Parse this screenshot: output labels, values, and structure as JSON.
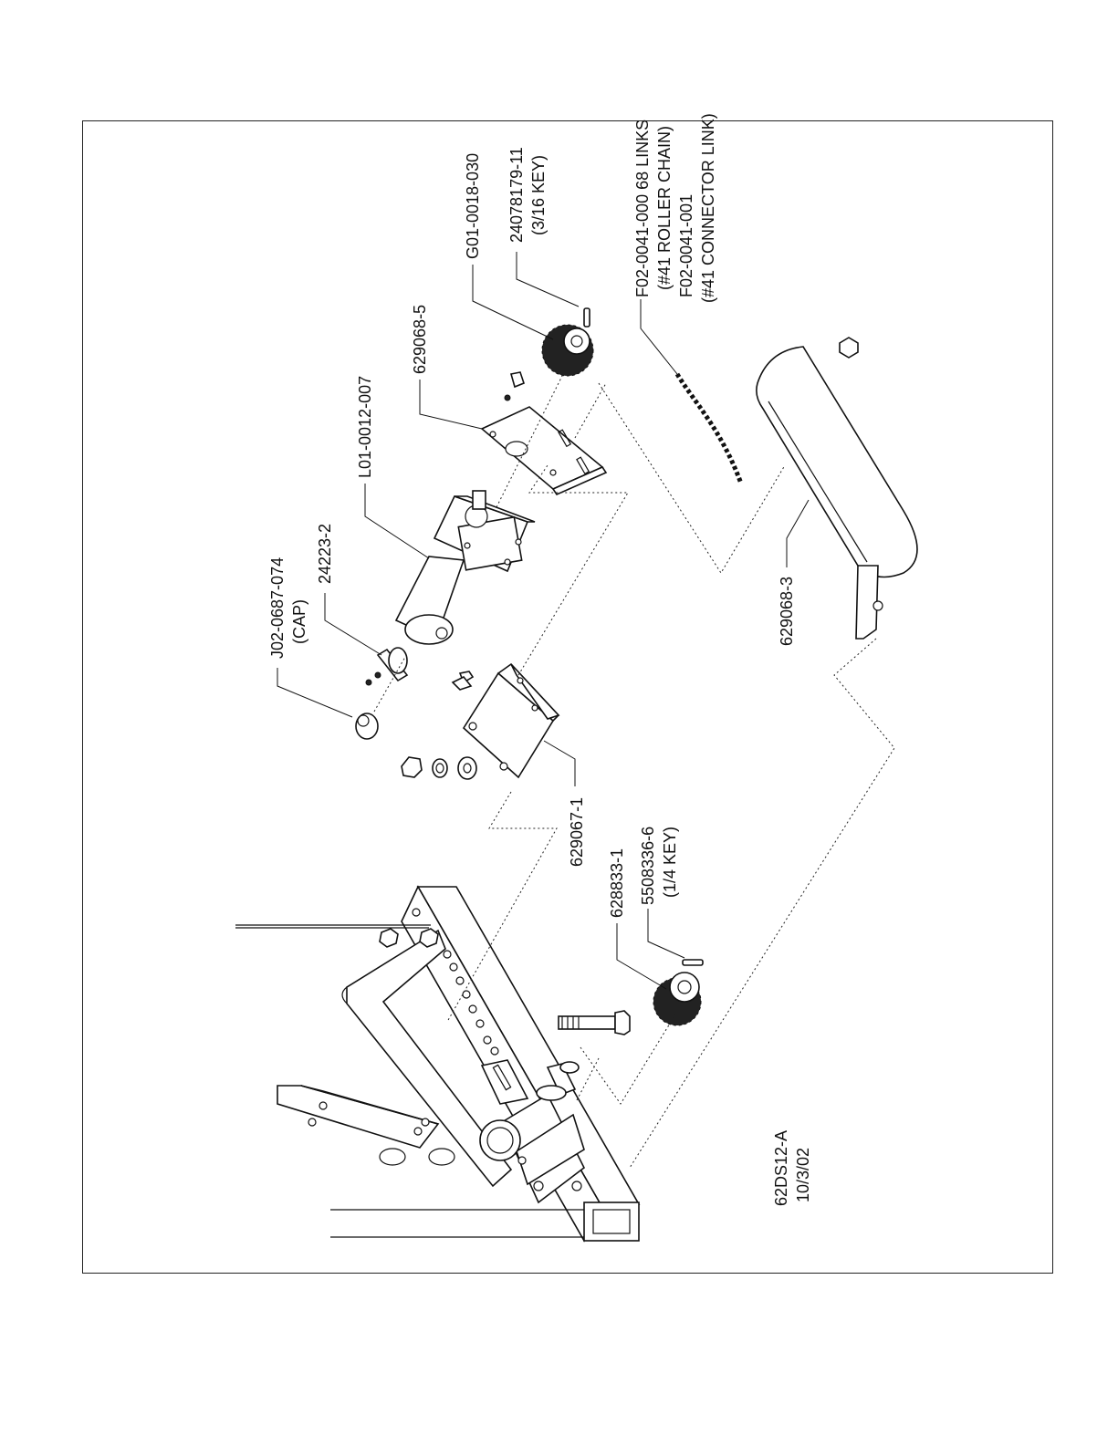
{
  "labels": {
    "cap_part": "J02-0687-074",
    "cap_note": "(CAP)",
    "part_24223": "24223-2",
    "motor": "L01-0012-007",
    "plate": "629068-5",
    "sprocket_top": "G01-0018-030",
    "key_top": "24078179-11",
    "key_top_note": "(3/16 KEY)",
    "chain_1": "F02-0041-000 68 LINKS",
    "chain_2": "(#41 ROLLER CHAIN)",
    "chain_3": "F02-0041-001",
    "chain_4": "(#41 CONNECTOR LINK)",
    "bracket": "629067-1",
    "sprocket_bottom": "628833-1",
    "key_bottom": "5508336-6",
    "key_bottom_note": "(1/4 KEY)",
    "pad": "629068-3",
    "drawing_no": "62DS12-A",
    "date": "10/3/02"
  }
}
